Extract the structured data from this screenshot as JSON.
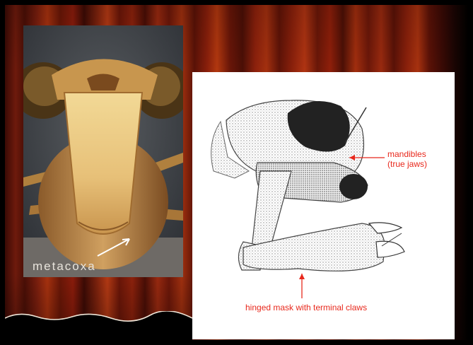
{
  "photo": {
    "label": "metacoxa"
  },
  "diagram": {
    "callouts": {
      "mandibles_line1": "mandibles",
      "mandibles_line2": "(true jaws)",
      "hinged_mask": "hinged mask with terminal claws"
    }
  },
  "colors": {
    "curtain": "#8c1c0b",
    "callout_text": "#e8281c",
    "photo_label": "#e8e4dc",
    "panel_background": "#ffffff"
  }
}
